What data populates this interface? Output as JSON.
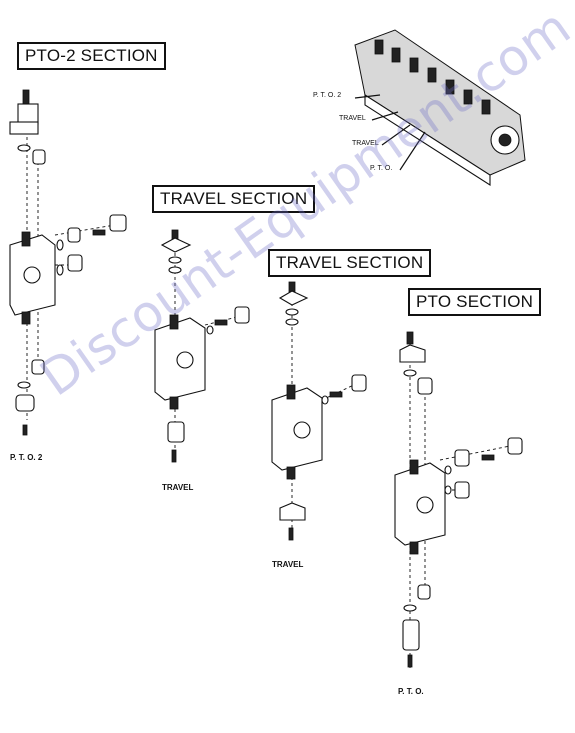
{
  "sections": {
    "pto2_title": "PTO-2 SECTION",
    "travel1_title": "TRAVEL SECTION",
    "travel2_title": "TRAVEL SECTION",
    "pto_title": "PTO SECTION"
  },
  "captions": {
    "pto2": "P. T. O. 2",
    "travel1": "TRAVEL",
    "travel2": "TRAVEL",
    "pto": "P. T. O."
  },
  "assembly_callouts": {
    "pto2": "P. T. O. 2",
    "travel_a": "TRAVEL",
    "travel_b": "TRAVEL",
    "pto": "P. T. O."
  },
  "watermark": "Discount-Equipment.com"
}
